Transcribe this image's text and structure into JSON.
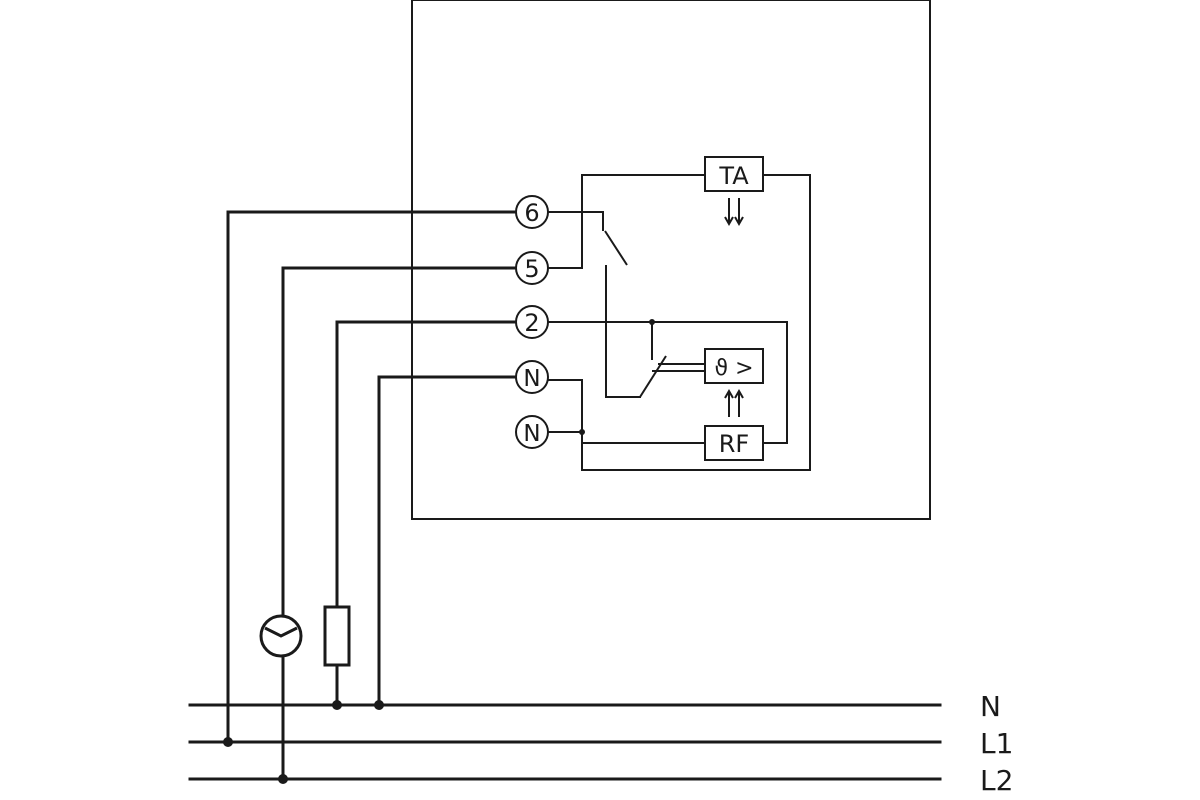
{
  "terminals": {
    "t6": "6",
    "t5": "5",
    "t2": "2",
    "tN1": "N",
    "tN2": "N"
  },
  "components": {
    "ta_label": "TA",
    "rf_label": "RF",
    "sensor_label": "ϑ >"
  },
  "rails": {
    "n": "N",
    "l1": "L1",
    "l2": "L2"
  },
  "colors": {
    "line": "#1a1a1a",
    "background": "#ffffff"
  }
}
